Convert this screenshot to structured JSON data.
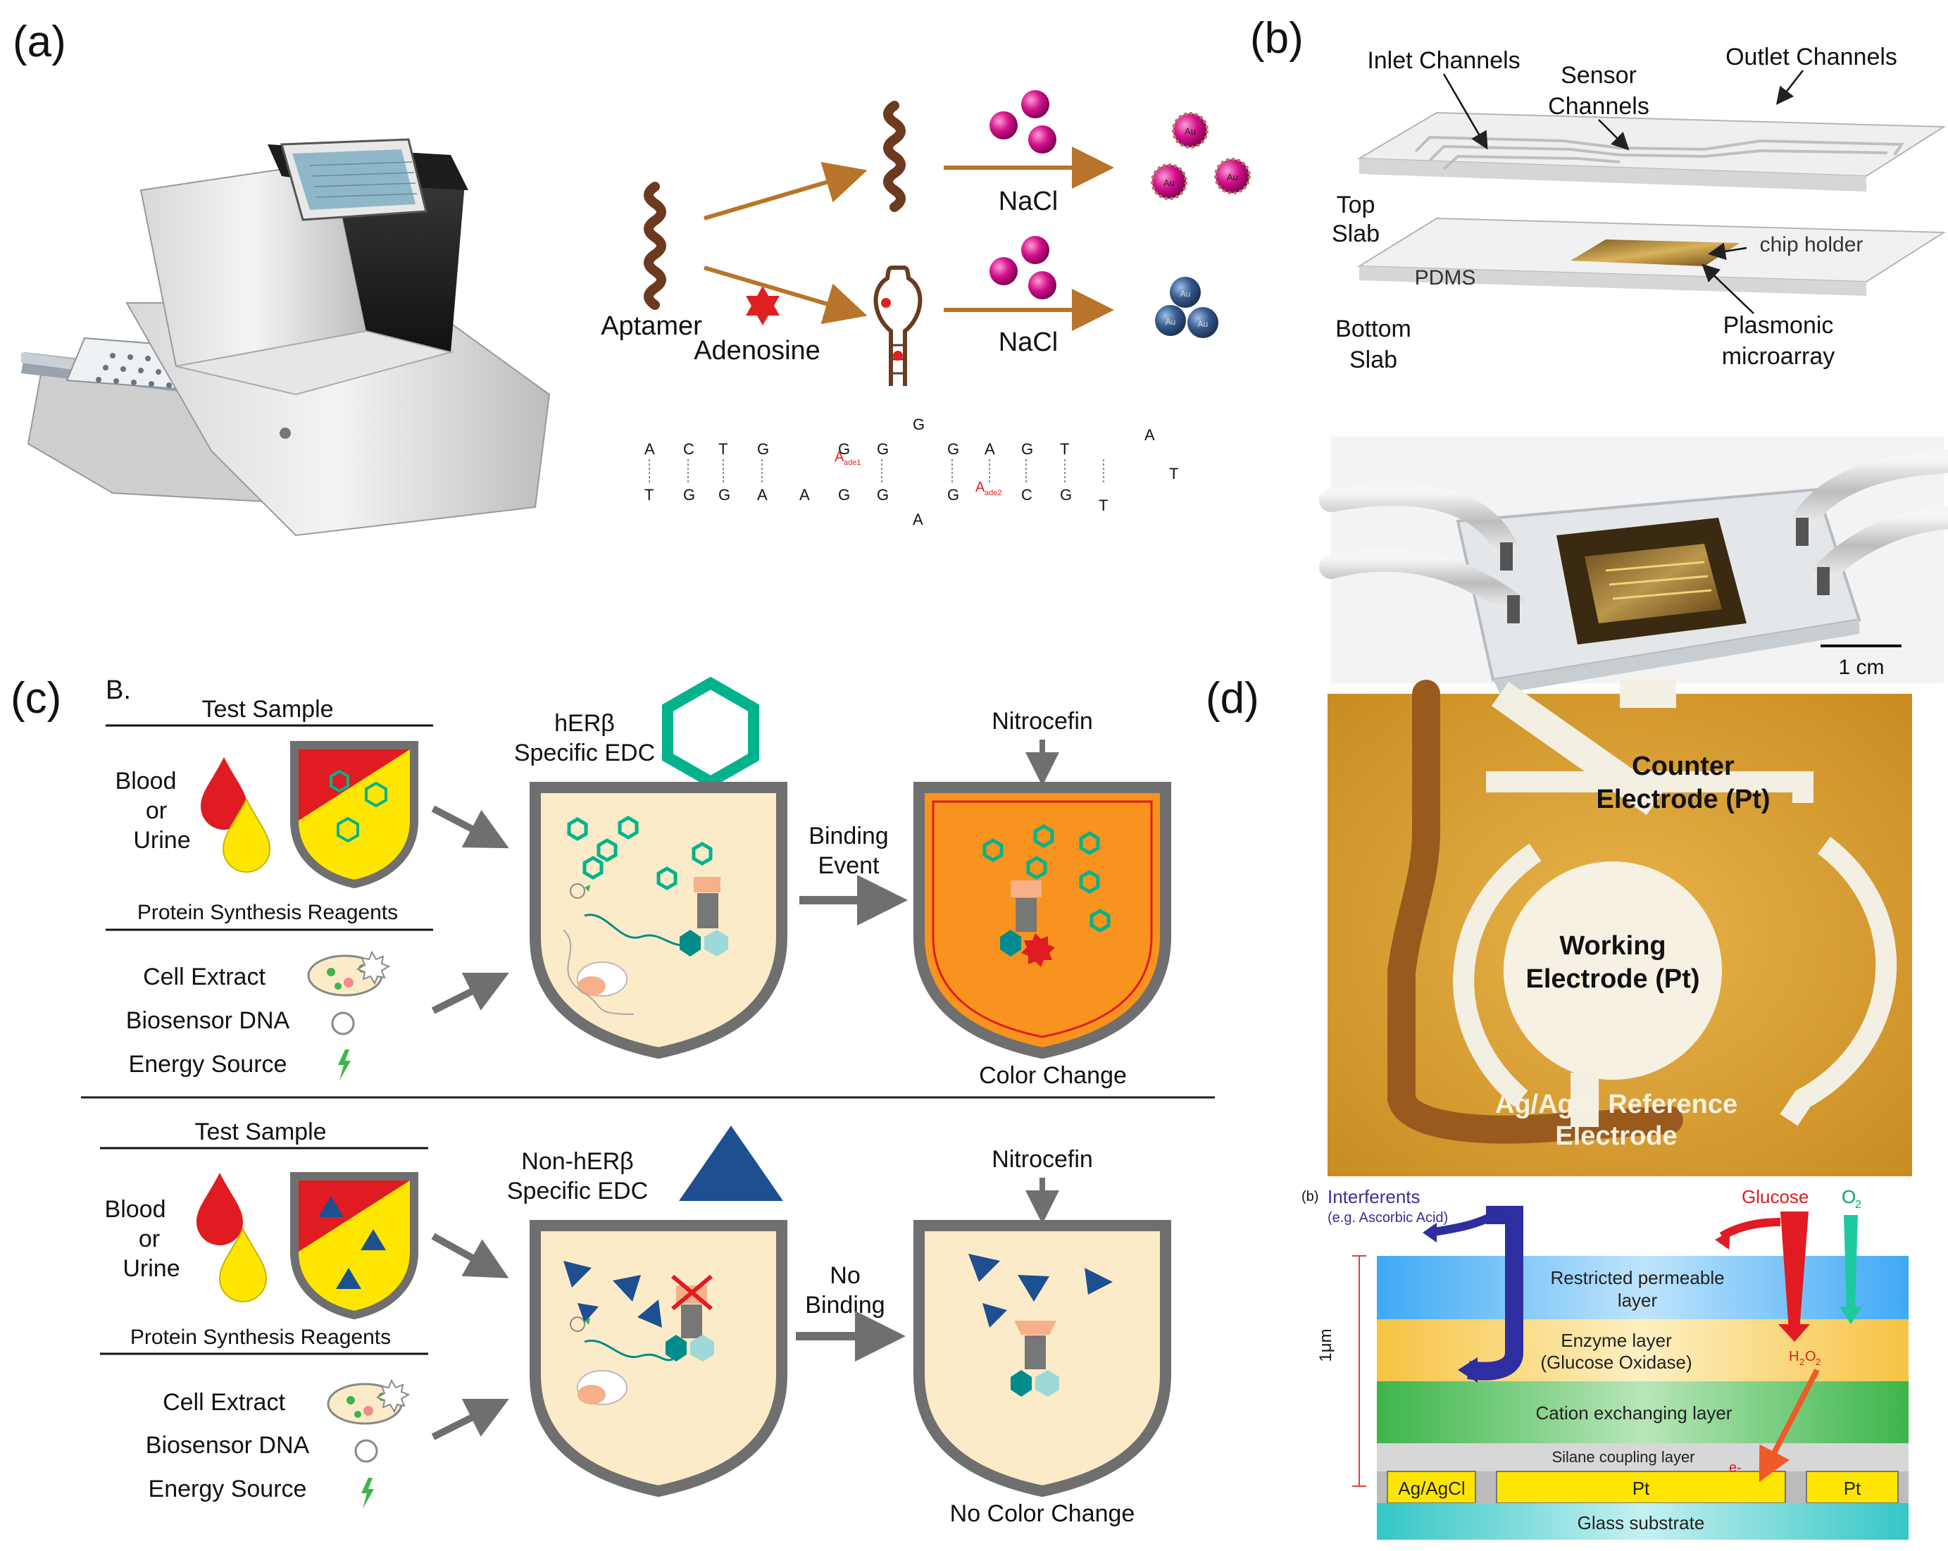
{
  "panel_a": {
    "label": "(a)",
    "aptamer": "Aptamer",
    "adenosine": "Adenosine",
    "nacl_top": "NaCl",
    "nacl_bottom": "NaCl",
    "np_symbol": "Au",
    "seq_top": [
      "A",
      "C",
      "T",
      "G",
      "",
      "G",
      "G",
      "G",
      "A",
      "G",
      "T"
    ],
    "seq_bottom": [
      "T",
      "G",
      "G",
      "A",
      "A",
      "G",
      "G",
      "G",
      "C",
      "G",
      "T"
    ],
    "seq_loop_top": "G",
    "seq_loop_bottom": "A",
    "seq_turn": [
      "A",
      "T"
    ],
    "ade1": "A",
    "ade1_sub": "ade1",
    "ade2": "A",
    "ade2_sub": "ade2"
  },
  "panel_b": {
    "label": "(b)",
    "inlet": "Inlet Channels",
    "sensor1": "Sensor",
    "sensor2": "Channels",
    "outlet": "Outlet Channels",
    "top1": "Top",
    "top2": "Slab",
    "pdms": "PDMS",
    "chip_holder": "chip holder",
    "bottom1": "Bottom",
    "bottom2": "Slab",
    "plasmonic1": "Plasmonic",
    "plasmonic2": "microarray",
    "scale": "1 cm"
  },
  "panel_c": {
    "label": "(c)",
    "b_label": "B.",
    "top": {
      "test_sample": "Test Sample",
      "blood": "Blood",
      "or": "or",
      "urine": "Urine",
      "reagents": "Protein Synthesis Reagents",
      "cell_extract": "Cell Extract",
      "biosensor_dna": "Biosensor DNA",
      "energy_source": "Energy Source",
      "edc1": "hERβ",
      "edc2": "Specific EDC",
      "nitrocefin": "Nitrocefin",
      "event1": "Binding",
      "event2": "Event",
      "result": "Color Change"
    },
    "bottom": {
      "test_sample": "Test Sample",
      "blood": "Blood",
      "or": "or",
      "urine": "Urine",
      "reagents": "Protein Synthesis Reagents",
      "cell_extract": "Cell Extract",
      "biosensor_dna": "Biosensor DNA",
      "energy_source": "Energy Source",
      "edc1": "Non-hERβ",
      "edc2": "Specific EDC",
      "nitrocefin": "Nitrocefin",
      "event1": "No",
      "event2": "Binding",
      "result": "No Color Change"
    }
  },
  "panel_d": {
    "label": "(d)",
    "counter1": "Counter",
    "counter2": "Electrode (Pt)",
    "working1": "Working",
    "working2": "Electrode (Pt)",
    "ref1": "Ag/AgCl Reference",
    "ref2": "Electrode",
    "sub_b": "(b)",
    "interferents": "Interferents",
    "ascorbic": "(e.g. Ascorbic Acid)",
    "glucose": "Glucose",
    "o2": "O",
    "o2_sub": "2",
    "restricted1": "Restricted permeable",
    "restricted2": "layer",
    "enzyme1": "Enzyme layer",
    "enzyme2": "(Glucose Oxidase)",
    "h2o2": "H",
    "h2o2_sub1": "2",
    "h2o2_o": "O",
    "h2o2_sub2": "2",
    "cation": "Cation exchanging layer",
    "silane": "Silane coupling layer",
    "electron": "e-",
    "agagcl": "Ag/AgCl",
    "pt1": "Pt",
    "pt2": "Pt",
    "glass": "Glass substrate",
    "thickness": "1μm"
  },
  "colors": {
    "brown": "#6b3a1f",
    "arrow_orange": "#b8742a",
    "np_magenta": "#d4108c",
    "np_blue": "#355a8c",
    "shield_gray": "#6f6f6f",
    "shield_fill": "#fcebc8",
    "orange_fill": "#f7931e",
    "hex_green": "#00b38c",
    "tri_blue": "#1d4f91",
    "electrode_bg": "#dba53a",
    "layer_blue": "#3fa9f5",
    "layer_yellow": "#f6c342",
    "layer_green": "#3cb54a",
    "layer_cyan": "#34c6c6"
  }
}
